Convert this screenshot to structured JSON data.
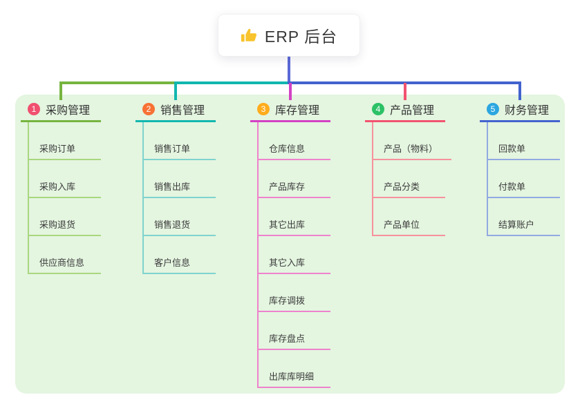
{
  "root": {
    "title": "ERP 后台",
    "icon": "thumbs-up-icon",
    "icon_color": "#f8c32c"
  },
  "connector": {
    "root_color": "#5a68d6"
  },
  "branches": [
    {
      "badge": "1",
      "label": "采购管理",
      "color": "#76b440",
      "soft_color": "#a9d77f",
      "badge_color": "#f0506e",
      "children": [
        "采购订单",
        "采购入库",
        "采购退货",
        "供应商信息"
      ]
    },
    {
      "badge": "2",
      "label": "销售管理",
      "color": "#12b7af",
      "soft_color": "#7ed3cd",
      "badge_color": "#f77234",
      "children": [
        "销售订单",
        "销售出库",
        "销售退货",
        "客户信息"
      ]
    },
    {
      "badge": "3",
      "label": "库存管理",
      "color": "#d342c4",
      "soft_color": "#ee82cd",
      "badge_color": "#ffac1d",
      "children": [
        "仓库信息",
        "产品库存",
        "其它出库",
        "其它入库",
        "库存调拨",
        "库存盘点",
        "出库库明细"
      ]
    },
    {
      "badge": "4",
      "label": "产品管理",
      "color": "#f25270",
      "soft_color": "#f7919c",
      "badge_color": "#2cc166",
      "children": [
        "产品（物料）",
        "产品分类",
        "产品单位"
      ]
    },
    {
      "badge": "5",
      "label": "财务管理",
      "color": "#4263ce",
      "soft_color": "#92a9e2",
      "badge_color": "#2ba6e0",
      "children": [
        "回款单",
        "付款单",
        "结算账户"
      ]
    }
  ]
}
